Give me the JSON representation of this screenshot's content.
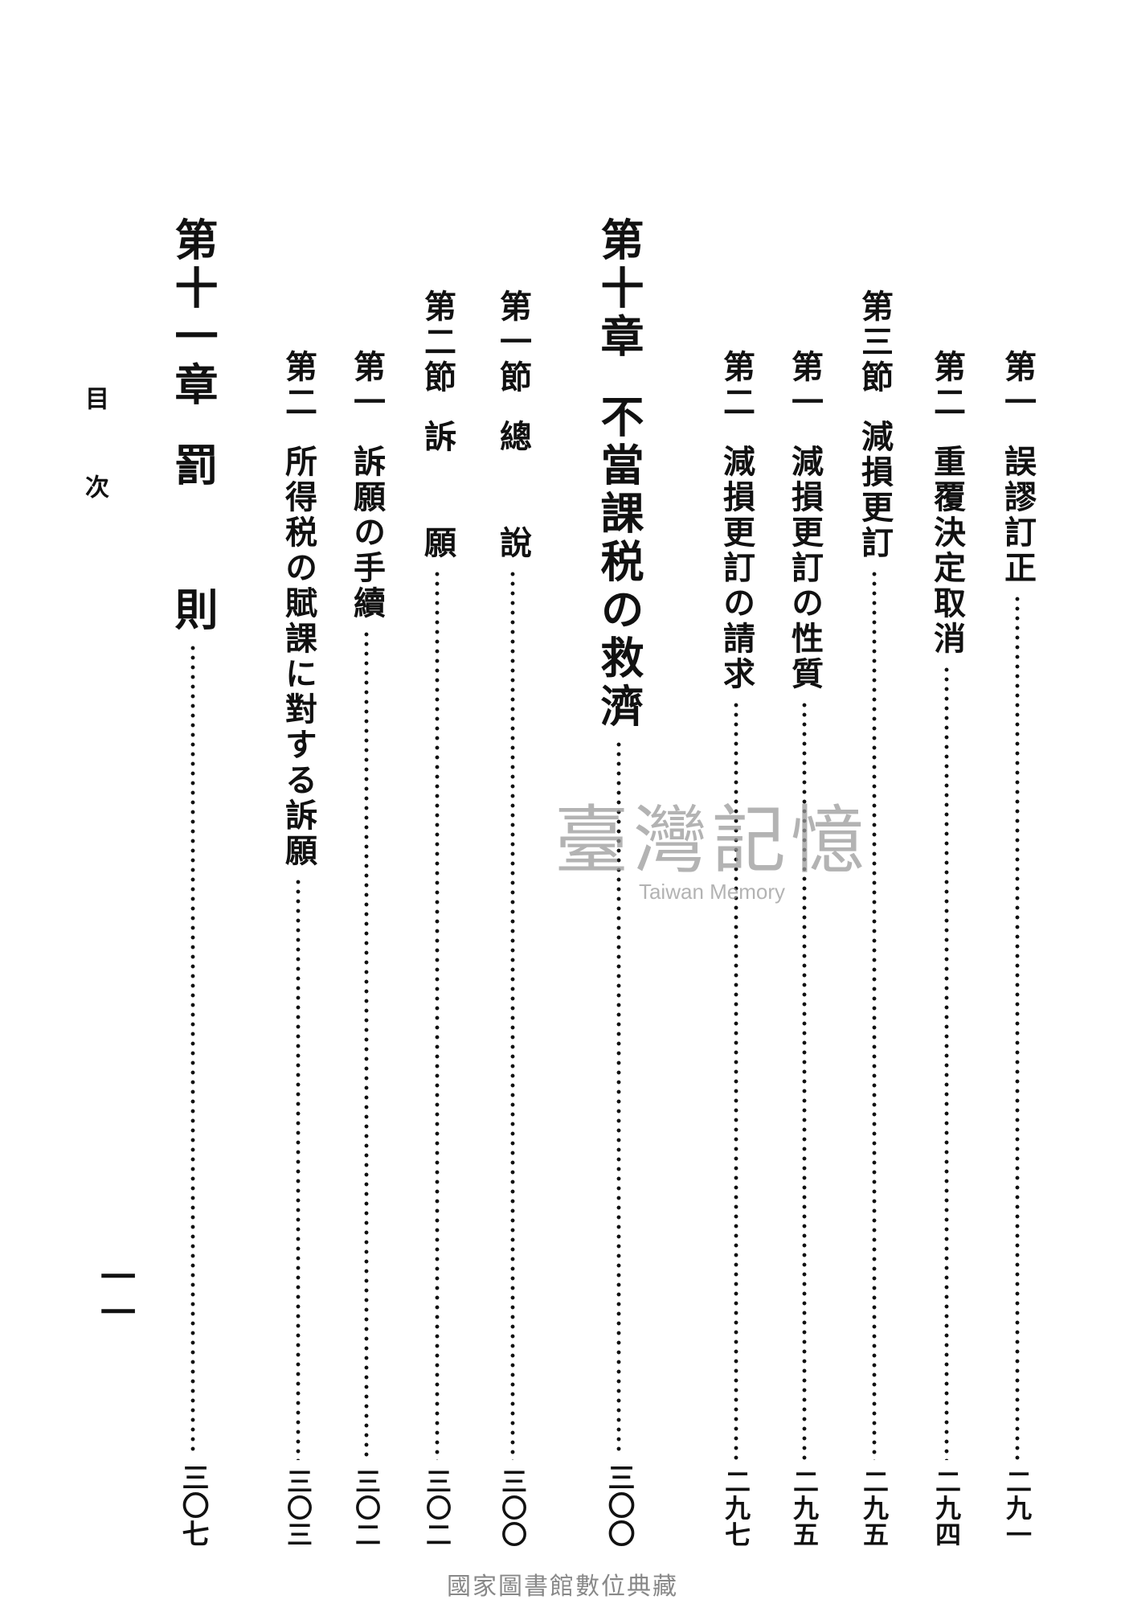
{
  "running_head": "目次",
  "folio": "一一",
  "entries": [
    {
      "label": "第一",
      "title": "誤謬訂正",
      "page": "二九一"
    },
    {
      "label": "第二",
      "title": "重覆決定取消",
      "page": "二九四"
    },
    {
      "label": "第三節",
      "title": "減損更訂",
      "page": "二九五"
    },
    {
      "label": "第一",
      "title": "減損更訂の性質",
      "page": "二九五"
    },
    {
      "label": "第二",
      "title": "減損更訂の請求",
      "page": "二九七"
    },
    {
      "label": "第十章",
      "title": "不當課税の救濟",
      "page": "三〇〇"
    },
    {
      "label": "第一節",
      "title": "總　　說",
      "page": "三〇〇"
    },
    {
      "label": "第二節",
      "title": "訴　　願",
      "page": "三〇二"
    },
    {
      "label": "第一",
      "title": "訴願の手續",
      "page": "三〇二"
    },
    {
      "label": "第二",
      "title": "所得税の賦課に對する訴願",
      "page": "三〇三"
    },
    {
      "label": "第十一章",
      "title": "罰　　則",
      "page": "三〇七"
    }
  ],
  "watermark": {
    "main": "臺灣記憶",
    "sub": "Taiwan Memory"
  },
  "footer": "國家圖書館數位典藏"
}
